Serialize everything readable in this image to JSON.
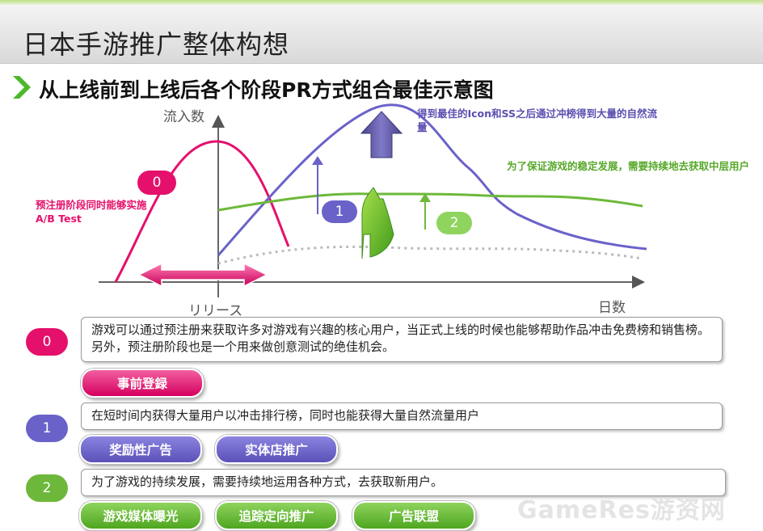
{
  "header": {
    "title": "日本手游推广整体构想"
  },
  "subtitle": "从上线前到上线后各个阶段PR方式组合最佳示意图",
  "diagram": {
    "y_axis_label": "流入数",
    "x_axis_label": "日数",
    "release_label": "リリース",
    "annotation_blue": "得到最佳的Icon和SS之后通过冲榜得到大量的自然流量",
    "annotation_green": "为了保证游戏的稳定发展，需要持续地去获取中层用户",
    "annotation_pink_line1": "预注册阶段同时能够实施",
    "annotation_pink_line2": "A/B Test",
    "marker_0": "0",
    "marker_1": "1",
    "marker_2": "2"
  },
  "colors": {
    "pink": "#e5106c",
    "purple": "#6a62c9",
    "green": "#6db83a"
  },
  "stages": [
    {
      "badge": "0",
      "text": "游戏可以通过预注册来获取许多对游戏有兴趣的核心用户，当正式上线的时候也能够帮助作品冲击免费榜和销售榜。另外，预注册阶段也是一个用来做创意测试的绝佳机会。",
      "buttons": [
        "事前登録"
      ]
    },
    {
      "badge": "1",
      "text": "在短时间内获得大量用户以冲击排行榜，同时也能获得大量自然流量用户",
      "buttons": [
        "奖励性广告",
        "实体店推广"
      ]
    },
    {
      "badge": "2",
      "text": "为了游戏的持续发展，需要持续地运用各种方式，去获取新用户。",
      "buttons": [
        "游戏媒体曝光",
        "追踪定向推广",
        "广告联盟"
      ]
    }
  ],
  "watermark": "GameRes游资网"
}
